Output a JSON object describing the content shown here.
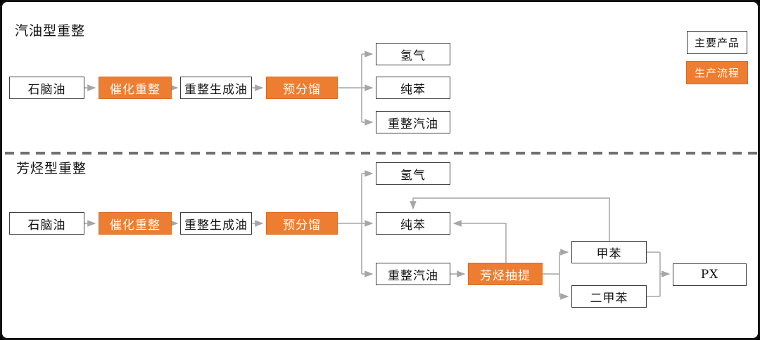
{
  "legend": {
    "main_product_label": "主要产品",
    "process_label": "生产流程"
  },
  "sections": {
    "gasoline": {
      "title": "汽油型重整",
      "nodes": {
        "naphtha": "石脑油",
        "catalytic_reforming": "催化重整",
        "reformate": "重整生成油",
        "prefractionation": "预分馏",
        "hydrogen": "氢气",
        "benzene": "纯苯",
        "reformed_gasoline": "重整汽油"
      }
    },
    "aromatics": {
      "title": "芳烃型重整",
      "nodes": {
        "naphtha": "石脑油",
        "catalytic_reforming": "催化重整",
        "reformate": "重整生成油",
        "prefractionation": "预分馏",
        "hydrogen": "氢气",
        "benzene": "纯苯",
        "reformed_gasoline": "重整汽油",
        "aromatics_extraction": "芳烃抽提",
        "toluene": "甲苯",
        "xylene": "二甲苯",
        "px": "PX"
      }
    }
  },
  "colors": {
    "process_fill": "#ED7D31",
    "process_border": "#DD6B1E",
    "product_border": "#3F3F3F",
    "connector_line": "#A6A6A6",
    "divider": "#707070",
    "frame_border": "#111111"
  }
}
